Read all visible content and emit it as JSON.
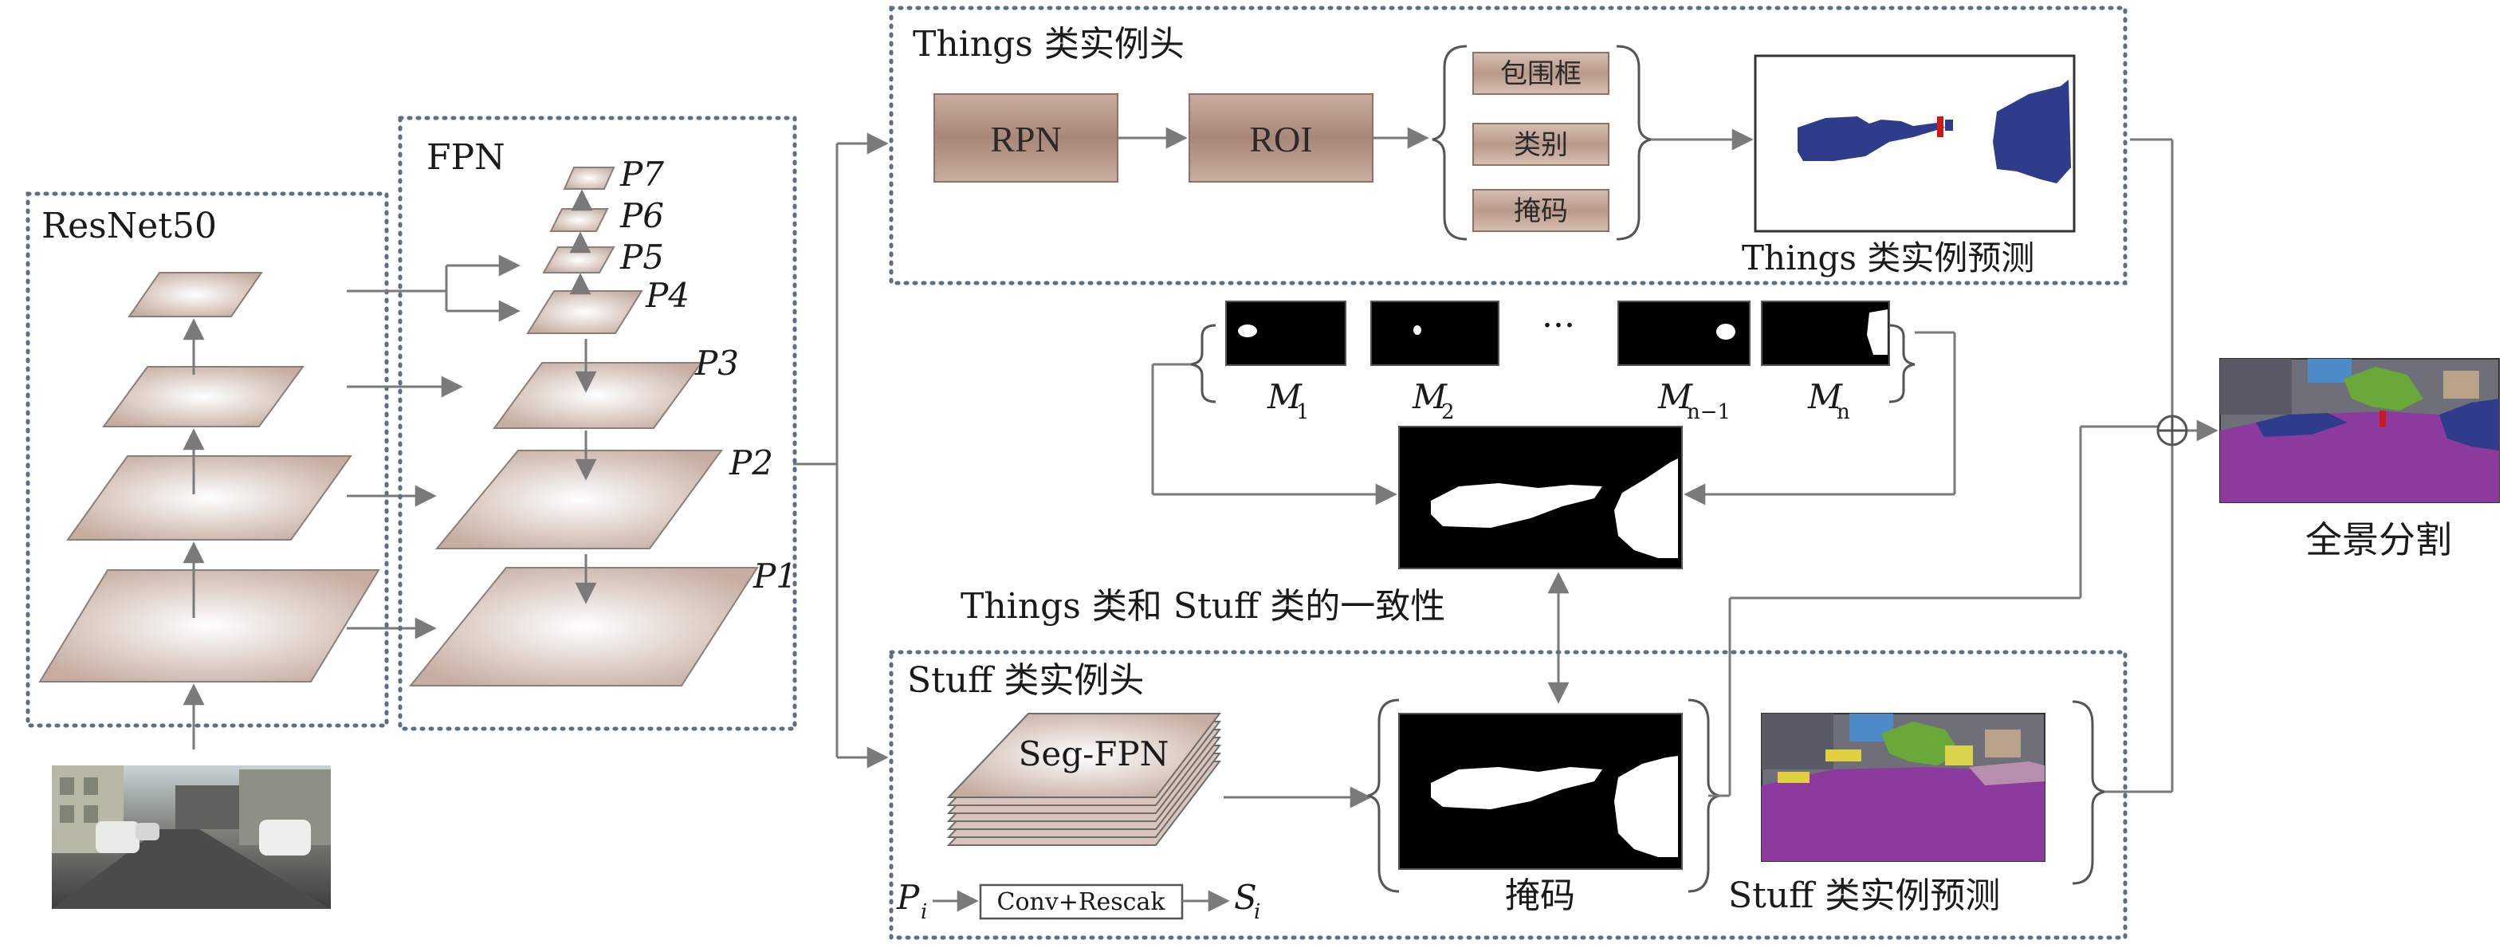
{
  "resnet": {
    "title": "ResNet50"
  },
  "fpn": {
    "title": "FPN",
    "levels": [
      "P7",
      "P6",
      "P5",
      "P4",
      "P3",
      "P2",
      "P1"
    ]
  },
  "things_head": {
    "title": "Things 类实例头",
    "rpn_label": "RPN",
    "roi_label": "ROI",
    "outputs": [
      "包围框",
      "类别",
      "掩码"
    ],
    "prediction_label": "Things 类实例预测"
  },
  "masks": {
    "labels": [
      "M",
      "M",
      "M",
      "M"
    ],
    "subscripts": [
      "1",
      "2",
      "n−1",
      "n"
    ],
    "ellipsis": "..."
  },
  "consistency_label": "Things 类和 Stuff 类的一致性",
  "panoptic_label": "全景分割",
  "stuff_head": {
    "title": "Stuff 类实例头",
    "segfpn_label": "Seg-FPN",
    "input_label": "P",
    "input_sub": "i",
    "conv_label": "Conv+Rescak",
    "output_label": "S",
    "output_sub": "i",
    "mask_label": "掩码",
    "prediction_label": "Stuff 类实例预测"
  },
  "colors": {
    "dashed_border": "#5b6f86",
    "layer_fill_center": "#ffffff",
    "layer_fill_edge": "#c9b1a4",
    "box_fill": "#b09080",
    "small_box_fill": "#c2a596",
    "arrow": "#7a7a7a",
    "road_purple": "#8c3a9e",
    "car_blue": "#2f3c8c"
  }
}
